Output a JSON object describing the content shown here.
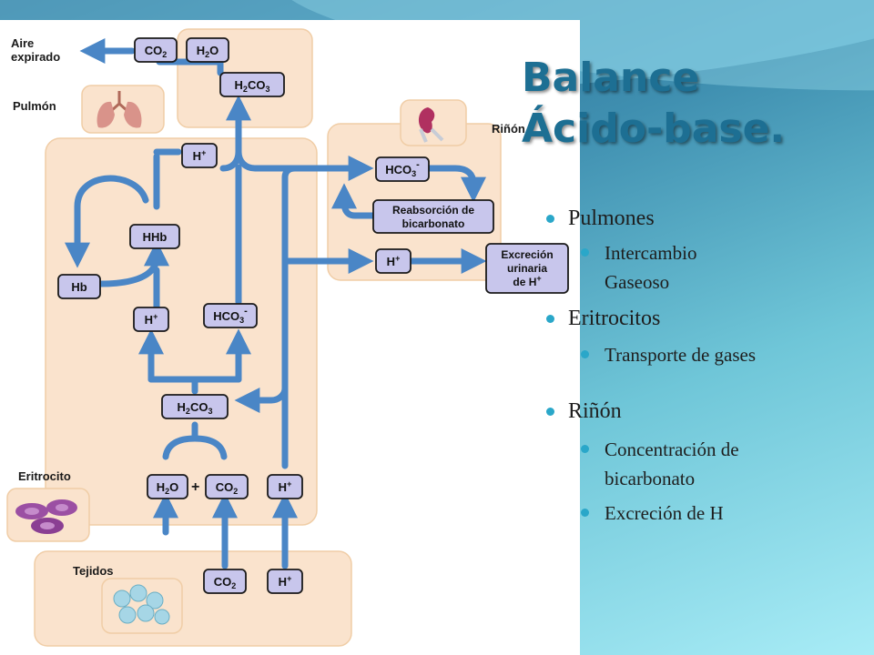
{
  "slide": {
    "title_line1": "Balance",
    "title_line2": "Ácido-base.",
    "bullets": [
      {
        "text": "Pulmones",
        "sub": [
          "Intercambio Gaseoso"
        ]
      },
      {
        "text": "Eritrocitos",
        "sub": [
          "Transporte de gases"
        ]
      },
      {
        "text": "Riñón",
        "sub": [
          "Concentración de bicarbonato",
          "Excreción de H"
        ]
      }
    ]
  },
  "diagram": {
    "regions": {
      "aire": "Aire",
      "expirado": "expirado",
      "pulmon": "Pulmón",
      "rinon": "Riñón",
      "eritrocito": "Eritrocito",
      "tejidos": "Tejidos"
    },
    "plus_sign": "+",
    "boxes": {
      "co2_top": {
        "base": "CO",
        "sub": "2"
      },
      "h2o_top": {
        "pre": "H",
        "sub": "2",
        "post": "O"
      },
      "h2co3_top": {
        "pre": "H",
        "sub1": "2",
        "mid": "CO",
        "sub2": "3"
      },
      "h_upper": {
        "base": "H",
        "sup": "+"
      },
      "hhb": "HHb",
      "hb": "Hb",
      "h_mid": {
        "base": "H",
        "sup": "+"
      },
      "hco3_mid": {
        "base": "HCO",
        "sub": "3",
        "sup": "-"
      },
      "h2co3_mid": {
        "pre": "H",
        "sub1": "2",
        "mid": "CO",
        "sub2": "3"
      },
      "h2o_low": {
        "pre": "H",
        "sub": "2",
        "post": "O"
      },
      "co2_low": {
        "base": "CO",
        "sub": "2"
      },
      "h_low": {
        "base": "H",
        "sup": "+"
      },
      "co2_tissue": {
        "base": "CO",
        "sub": "2"
      },
      "h_tissue": {
        "base": "H",
        "sup": "+"
      },
      "hco3_kidney": {
        "base": "HCO",
        "sub": "3",
        "sup": "-"
      },
      "reabsorcion": {
        "line1": "Reabsorción de",
        "line2": "bicarbonato"
      },
      "h_kidney": {
        "base": "H",
        "sup": "+"
      },
      "excrecion": {
        "line1": "Excreción",
        "line2": "urinaria",
        "line3": "de H",
        "sup": "+"
      }
    }
  }
}
